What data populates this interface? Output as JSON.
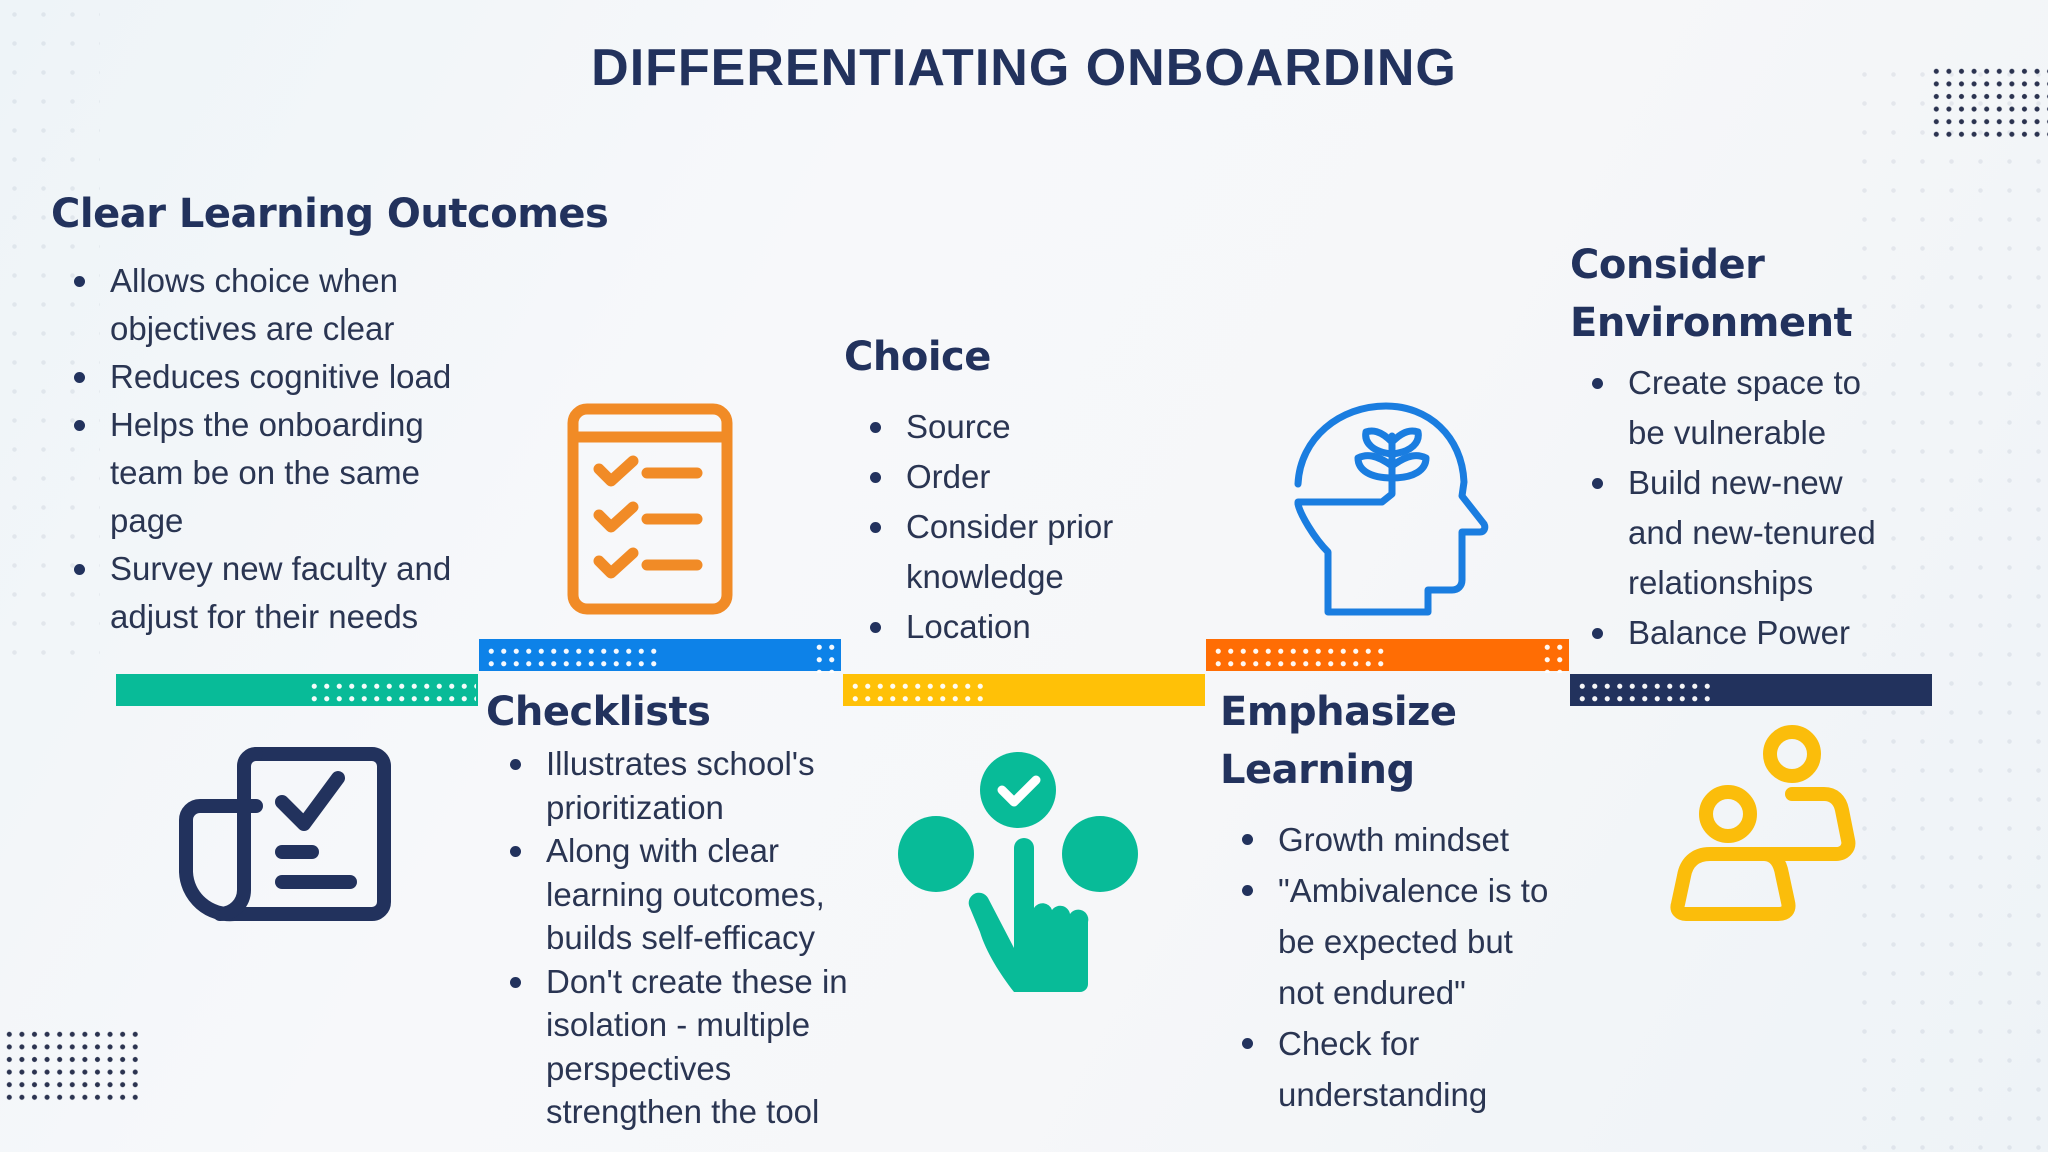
{
  "title": "DIFFERENTIATING ONBOARDING",
  "colors": {
    "navy": "#22325d",
    "teal": "#08bb98",
    "blue": "#0d82e8",
    "yellow": "#ffc107",
    "orange": "#ff6d04",
    "icon_orange": "#f18b26",
    "icon_blue": "#1a7de0",
    "icon_yellow": "#fbbd0b",
    "background": "#f5f7f9"
  },
  "sections": {
    "clear_learning_outcomes": {
      "heading": "Clear Learning Outcomes",
      "bullets": [
        [
          "Allows choice when",
          "objectives are clear"
        ],
        [
          "Reduces cognitive load"
        ],
        [
          "Helps the onboarding",
          "team be on the same",
          "page"
        ],
        [
          "Survey new faculty and",
          "adjust for their needs"
        ]
      ],
      "icon": "document-checklist-scroll-icon"
    },
    "checklists": {
      "heading": "Checklists",
      "bullets": [
        [
          "Illustrates school's",
          "prioritization"
        ],
        [
          "Along with clear",
          "learning outcomes,",
          "builds self-efficacy"
        ],
        [
          "Don't create these in",
          "isolation - multiple",
          "perspectives",
          "strengthen the tool"
        ]
      ],
      "icon": "checklist-clipboard-icon"
    },
    "choice": {
      "heading": "Choice",
      "bullets": [
        [
          "Source"
        ],
        [
          "Order"
        ],
        [
          "Consider prior",
          "knowledge"
        ],
        [
          "Location"
        ]
      ],
      "icon": "hand-selecting-option-icon"
    },
    "emphasize_learning": {
      "heading": [
        "Emphasize",
        "Learning"
      ],
      "bullets": [
        [
          "Growth mindset"
        ],
        [
          "\"Ambivalence is to",
          "be expected but",
          "not endured\""
        ],
        [
          "Check for",
          "understanding"
        ]
      ],
      "icon": "head-growth-plant-icon"
    },
    "consider_environment": {
      "heading": [
        "Consider",
        "Environment"
      ],
      "bullets": [
        [
          "Create space to",
          "be vulnerable"
        ],
        [
          "Build new-new",
          "and new-tenured",
          "relationships"
        ],
        [
          "Balance Power"
        ]
      ],
      "icon": "two-people-meeting-icon"
    }
  },
  "timeline": [
    {
      "name": "clear-learning-outcomes",
      "color": "#08bb98",
      "position": "low"
    },
    {
      "name": "checklists",
      "color": "#0d82e8",
      "position": "high"
    },
    {
      "name": "choice",
      "color": "#ffc107",
      "position": "low"
    },
    {
      "name": "emphasize-learning",
      "color": "#ff6d04",
      "position": "high"
    },
    {
      "name": "consider-environment",
      "color": "#22325d",
      "position": "low"
    }
  ]
}
